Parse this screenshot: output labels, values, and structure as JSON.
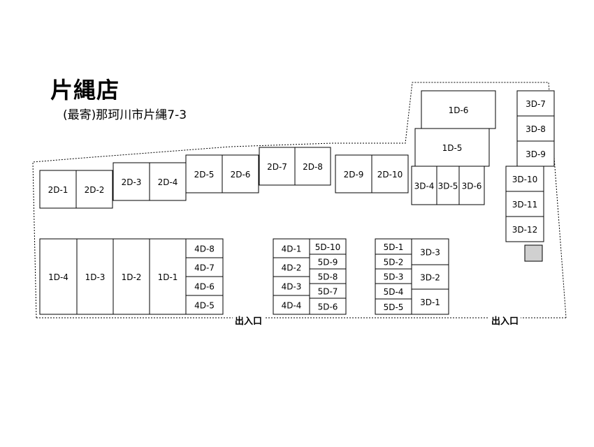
{
  "title": "片縄店",
  "subtitle": "(最寄)那珂川市片縄7-3",
  "exits": [
    "出入口",
    "出入口"
  ],
  "colors": {
    "marker": "#d0d0d0",
    "outline": "#000000"
  },
  "slots": [
    "2D-1",
    "2D-2",
    "2D-3",
    "2D-4",
    "2D-5",
    "2D-6",
    "2D-7",
    "2D-8",
    "2D-9",
    "2D-10",
    "1D-6",
    "1D-5",
    "3D-4",
    "3D-5",
    "3D-6",
    "3D-7",
    "3D-8",
    "3D-9",
    "3D-10",
    "3D-11",
    "3D-12",
    "1D-4",
    "1D-3",
    "1D-2",
    "1D-1",
    "4D-8",
    "4D-7",
    "4D-6",
    "4D-5",
    "4D-1",
    "4D-2",
    "4D-3",
    "4D-4",
    "5D-10",
    "5D-9",
    "5D-8",
    "5D-7",
    "5D-6",
    "5D-1",
    "5D-2",
    "5D-3",
    "5D-4",
    "5D-5",
    "3D-3",
    "3D-2",
    "3D-1"
  ]
}
